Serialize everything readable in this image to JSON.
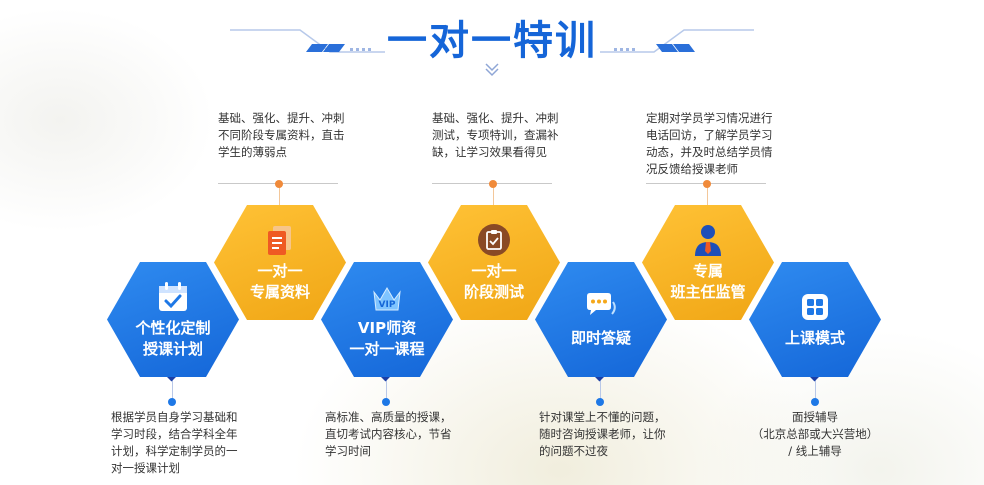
{
  "title": "一对一特训",
  "colors": {
    "blue": "#1466d8",
    "orange": "#f5a81a",
    "accent_dot": "#f08a3a"
  },
  "hexagons": [
    {
      "id": "plan",
      "color": "blue",
      "icon": "calendar-check-icon",
      "label1": "个性化定制",
      "label2": "授课计划"
    },
    {
      "id": "materials",
      "color": "orange",
      "icon": "documents-icon",
      "label1": "一对一",
      "label2": "专属资料"
    },
    {
      "id": "vip",
      "color": "blue",
      "icon": "vip-crown-icon",
      "label1": "VIP师资",
      "label2": "一对一课程"
    },
    {
      "id": "tests",
      "color": "orange",
      "icon": "clipboard-check-icon",
      "label1": "一对一",
      "label2": "阶段测试"
    },
    {
      "id": "qa",
      "color": "blue",
      "icon": "chat-bubble-icon",
      "label1": "即时答疑",
      "label2": ""
    },
    {
      "id": "supervisor",
      "color": "orange",
      "icon": "teacher-person-icon",
      "label1": "专属",
      "label2": "班主任监管"
    },
    {
      "id": "mode",
      "color": "blue",
      "icon": "grid-apps-icon",
      "label1": "上课模式",
      "label2": ""
    }
  ],
  "descriptions": {
    "materials": [
      "基础、强化、提升、冲刺",
      "不同阶段专属资料，直击",
      "学生的薄弱点"
    ],
    "tests": [
      "基础、强化、提升、冲刺",
      "测试，专项特训，查漏补",
      "缺，让学习效果看得见"
    ],
    "supervisor": [
      "定期对学员学习情况进行",
      "电话回访，了解学员学习",
      "动态，并及时总结学员情",
      "况反馈给授课老师"
    ],
    "plan": [
      "根据学员自身学习基础和",
      "学习时段，结合学科全年",
      "计划，科学定制学员的一",
      "对一授课计划"
    ],
    "vip": [
      "高标准、高质量的授课，",
      "直切考试内容核心，节省",
      "学习时间"
    ],
    "qa": [
      "针对课堂上不懂的问题，",
      "随时咨询授课老师，让你",
      "的问题不过夜"
    ],
    "mode": [
      "面授辅导",
      "（北京总部或大兴营地）",
      "/  线上辅导"
    ]
  }
}
